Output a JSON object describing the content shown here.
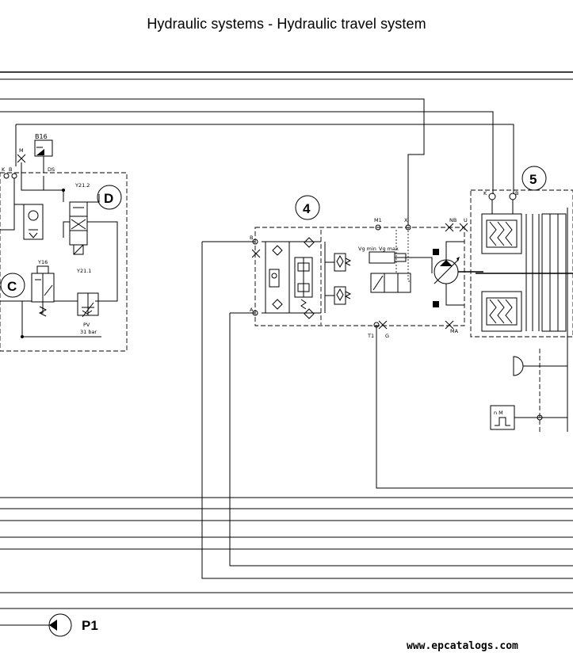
{
  "title": "Hydraulic systems - Hydraulic travel system",
  "watermark": "www.epcatalogs.com",
  "callouts": {
    "c4": "4",
    "c5": "5",
    "cC": "C",
    "cD": "D"
  },
  "pump_label": "P1",
  "labels": {
    "b16": "B16",
    "m": "M",
    "ds": "DS",
    "k_left": "K",
    "b_left": "B",
    "y21_2": "Y21.2",
    "y21_1": "Y21.1",
    "y16": "Y16",
    "pv": "PV",
    "pv_val": "31 bar",
    "m1": "M1",
    "x": "X",
    "nb": "NB",
    "u": "U",
    "b_port": "B",
    "a_port": "A",
    "t1": "T1",
    "g": "G",
    "ma": "MA",
    "vg_min": "Vg min",
    "vg_max": "Vg max",
    "k_right": "K",
    "b_right": "B",
    "nm": "n M"
  }
}
